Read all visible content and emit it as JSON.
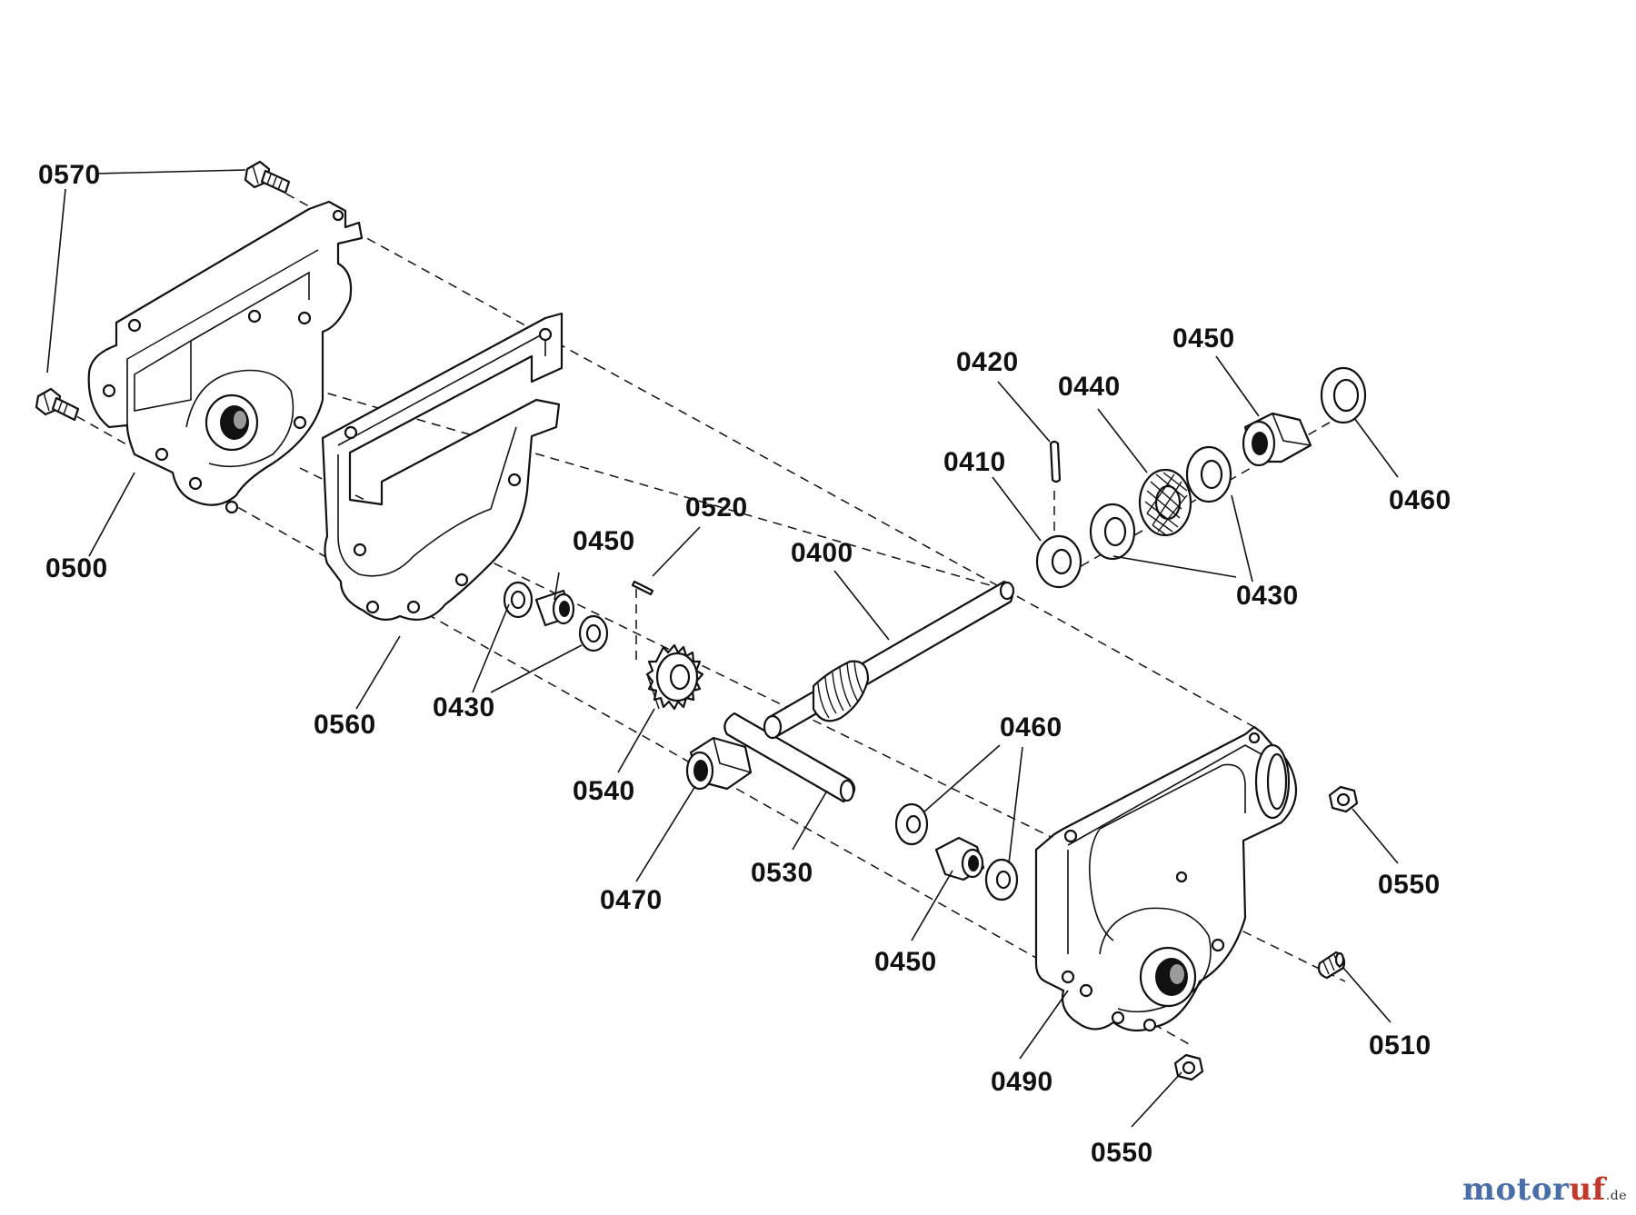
{
  "labels": {
    "p0570": "0570",
    "p0500": "0500",
    "p0560": "0560",
    "p0520": "0520",
    "p0450_left": "0450",
    "p0430_left": "0430",
    "p0540": "0540",
    "p0470": "0470",
    "p0530": "0530",
    "p0400": "0400",
    "p0420": "0420",
    "p0410": "0410",
    "p0440": "0440",
    "p0450_right": "0450",
    "p0460_right": "0460",
    "p0430_right": "0430",
    "p0460_mid": "0460",
    "p0450_bottom": "0450",
    "p0550_right": "0550",
    "p0510": "0510",
    "p0490": "0490",
    "p0550_bottom": "0550"
  },
  "watermark": {
    "brand_a": "motor",
    "brand_b": "uf",
    "suffix": ".de"
  }
}
